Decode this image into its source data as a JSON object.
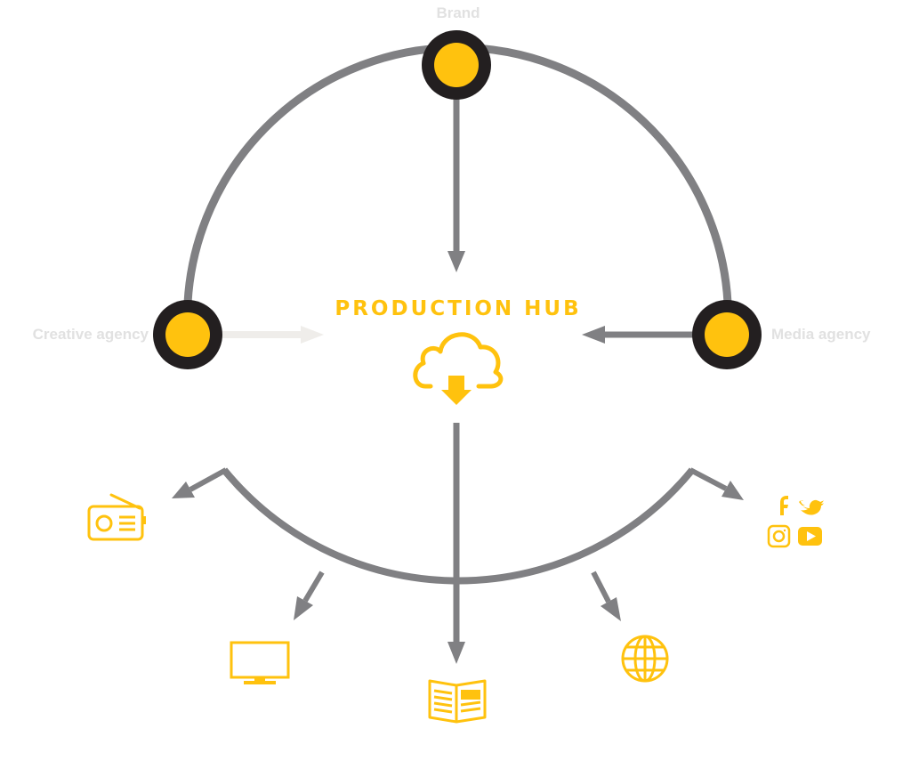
{
  "nodes": {
    "brand": {
      "label": "Brand"
    },
    "creative_agency": {
      "label": "Creative agency"
    },
    "media_agency": {
      "label": "Media agency"
    }
  },
  "hub": {
    "title": "PRODUCTION HUB",
    "icon": "cloud-download-icon"
  },
  "channels": [
    {
      "icon": "radio-icon"
    },
    {
      "icon": "tv-icon"
    },
    {
      "icon": "newspaper-icon"
    },
    {
      "icon": "globe-icon"
    },
    {
      "icon": "social-media-icon"
    }
  ],
  "social_icons": [
    "facebook-icon",
    "twitter-icon",
    "instagram-icon",
    "youtube-icon"
  ],
  "colors": {
    "accent": "#FFC20E",
    "node_ring": "#231F20",
    "connector": "#808083",
    "faded_connector": "#EFEDEA",
    "label": "#E1E1E1",
    "background": "#FFFFFF"
  }
}
